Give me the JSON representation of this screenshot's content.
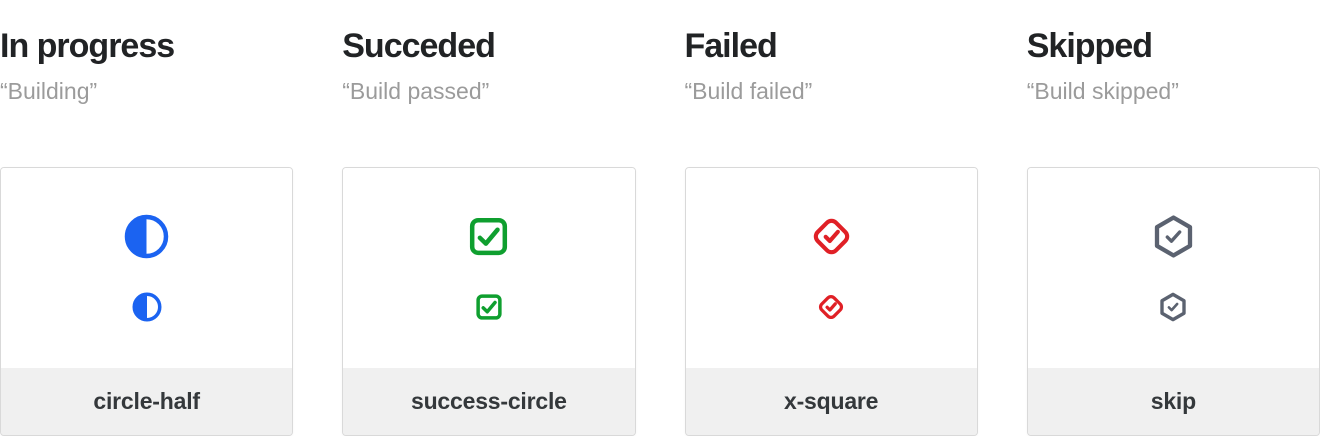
{
  "colors": {
    "in_progress_icon": "#1b63f1",
    "succeded_icon": "#0f9f2f",
    "failed_icon": "#e02026",
    "skipped_icon": "#5b6270",
    "title_text": "#212325",
    "quote_text": "#9b9b9b",
    "label_text": "#34383b",
    "card_border": "#d9d9d9",
    "label_strip_bg": "#f0f0f0",
    "card_bg": "#ffffff"
  },
  "columns": [
    {
      "title": "In progress",
      "quote": "“Building”",
      "icon": "circle-half-icon",
      "icon_color": "#1b63f1",
      "label": "circle-half"
    },
    {
      "title": "Succeded",
      "quote": "“Build passed”",
      "icon": "check-square-icon",
      "icon_color": "#0f9f2f",
      "label": "success-circle"
    },
    {
      "title": "Failed",
      "quote": "“Build failed”",
      "icon": "check-diamond-icon",
      "icon_color": "#e02026",
      "label": "x-square"
    },
    {
      "title": "Skipped",
      "quote": "“Build skipped”",
      "icon": "check-hexagon-icon",
      "icon_color": "#5b6270",
      "label": "skip"
    }
  ]
}
